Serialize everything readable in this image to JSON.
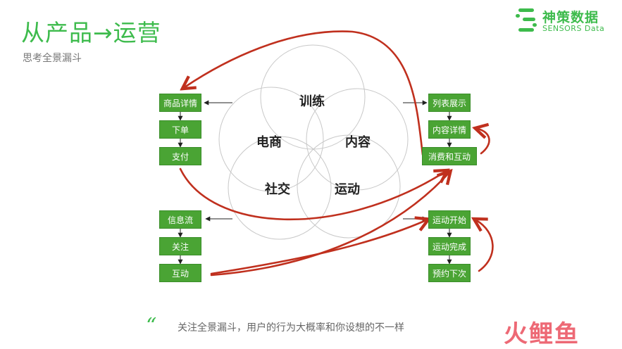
{
  "title": "从产品→运营",
  "subtitle": "思考全景漏斗",
  "logo": {
    "cn": "神策数据",
    "en": "SENSORS Data",
    "color": "#3dbb4c"
  },
  "bubbles": {
    "top": "训练",
    "left": "电商",
    "right": "内容",
    "bottom_left": "社交",
    "bottom_right": "运动"
  },
  "funnels": {
    "ecommerce": [
      "商品详情",
      "下单",
      "支付"
    ],
    "social": [
      "信息流",
      "关注",
      "互动"
    ],
    "content": [
      "列表展示",
      "内容详情",
      "消费和互动"
    ],
    "sport": [
      "运动开始",
      "运动完成",
      "预约下次"
    ]
  },
  "quote": "关注全景漏斗，用户的行为大概率和你设想的不一样",
  "watermark": "火鲤鱼",
  "colors": {
    "box": "#4aa434",
    "arrow": "#c0301e",
    "accent": "#3dbb4c"
  }
}
